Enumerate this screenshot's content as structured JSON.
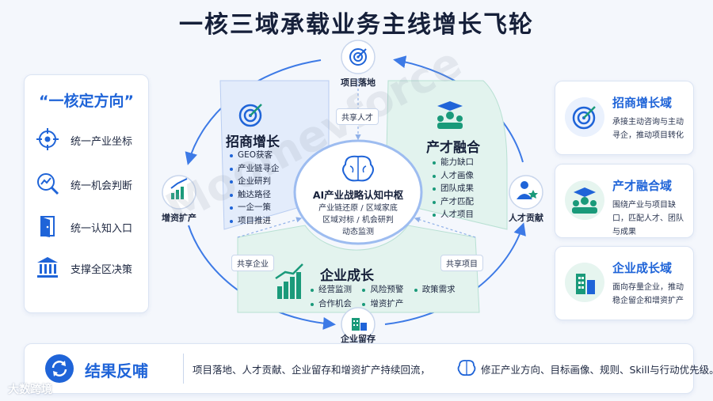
{
  "title": "一核三域承载业务主线增长飞轮",
  "left_panel": {
    "title": "“一核定方向”",
    "items": [
      {
        "label": "统一产业坐标",
        "icon": "crosshair-icon"
      },
      {
        "label": "统一机会判断",
        "icon": "trend-search-icon"
      },
      {
        "label": "统一认知入口",
        "icon": "door-icon"
      },
      {
        "label": "支撑全区决策",
        "icon": "bank-icon"
      }
    ]
  },
  "nodes": {
    "top": "项目落地",
    "left": "增资扩产",
    "right": "人才贡献",
    "bottom": "企业留存"
  },
  "shares": {
    "top": "共享人才",
    "left": "共享企业",
    "right": "共享项目"
  },
  "center": {
    "title": "AI产业战略认知中枢",
    "lines": [
      "产业链还原 / 区域家底",
      "区域对标 / 机会研判",
      "动态监测"
    ]
  },
  "sectors": {
    "zhaoshang": {
      "title": "招商增长",
      "items": [
        "GEO获客",
        "产业链寻企",
        "企业研判",
        "触达路径",
        "一企一策",
        "项目推进"
      ]
    },
    "chancai": {
      "title": "产才融合",
      "items": [
        "能力缺口",
        "人才画像",
        "团队成果",
        "产才匹配",
        "人才项目"
      ]
    },
    "qiye": {
      "title": "企业成长",
      "items": [
        "经营监测",
        "风险预警",
        "政策需求",
        "合作机会",
        "增资扩产"
      ]
    }
  },
  "right_cards": [
    {
      "title": "招商增长域",
      "text": "承接主动咨询与主动寻企，推动项目转化",
      "icon": "target-icon"
    },
    {
      "title": "产才融合域",
      "text": "围绕产业与项目缺口，匹配人才、团队与成果",
      "icon": "talent-group-icon"
    },
    {
      "title": "企业成长域",
      "text": "面向存量企业，推动稳企留企和增资扩产",
      "icon": "building-growth-icon"
    }
  ],
  "bottom": {
    "title": "结果反哺",
    "text1": "项目落地、人才贡献、企业留存和增资扩产持续回流，",
    "text2": "修正产业方向、目标画像、规则、Skill与行动优先级。"
  },
  "watermark": "Moomevforce",
  "brand": "大数跨境",
  "colors": {
    "primary": "#1f64d8",
    "green": "#1a9a7a",
    "ring": "#3d7ae6"
  }
}
